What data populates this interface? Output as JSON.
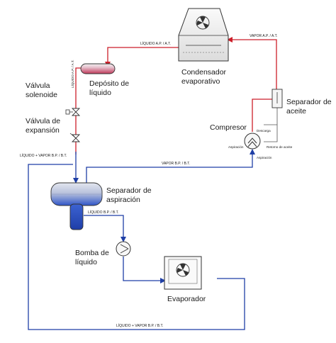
{
  "components": {
    "condenser": {
      "line1": "Condensador",
      "line2": "evaporativo"
    },
    "receiver": {
      "line1": "Depósito de",
      "line2": "líquido"
    },
    "oil_separator": {
      "line1": "Separador de",
      "line2": "aceite"
    },
    "compressor": {
      "name": "Compresor",
      "discharge": "Descarga",
      "suction_left": "Aspiración",
      "suction_bottom": "Aspiración",
      "oil_return": "Retorno de aceite"
    },
    "solenoid_valve": {
      "line1": "Válvula",
      "line2": "solenoide"
    },
    "expansion_valve": {
      "line1": "Válvula de",
      "line2": "expansión"
    },
    "suction_separator": {
      "line1": "Separador de",
      "line2": "aspiración"
    },
    "liquid_pump": {
      "line1": "Bomba de",
      "line2": "líquido"
    },
    "evaporator": {
      "name": "Evaporador"
    }
  },
  "lines": {
    "vapor_hp": "VAPOR A.P. / A.T.",
    "liquid_hp_top": "LÍQUIDO A.P. / A.T.",
    "liquid_hp_vertical": "LÍQUIDO A.P. / A.T.",
    "mix_lp_left": "LÍQUIDO + VAPOR B.P. / B.T.",
    "vapor_lp": "VAPOR B.P. / B.T.",
    "liquid_lp": "LÍQUIDO B.P. / B.T.",
    "mix_lp_bottom": "LÍQUIDO + VAPOR B.P. / B.T."
  },
  "colors": {
    "high_pressure": "#cc1f2a",
    "low_pressure": "#1f3fa6",
    "equipment": "#333333"
  }
}
